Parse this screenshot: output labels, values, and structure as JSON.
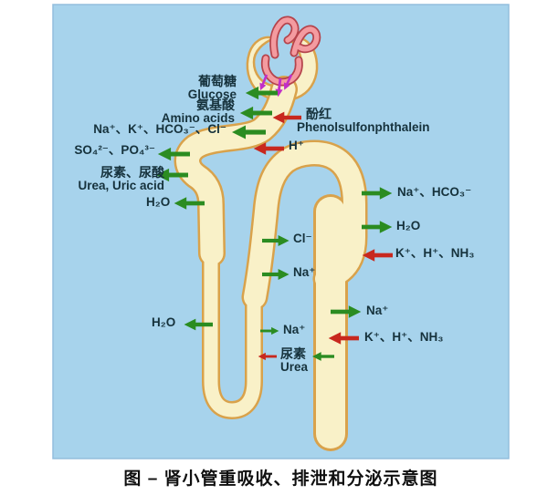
{
  "colors": {
    "page": "#ffffff",
    "bg": "#a7d3ec",
    "panel-border": "#93bedd",
    "tube-fill": "#f9f1c8",
    "tube-border": "#d9a24b",
    "green": "#2b8c21",
    "red": "#c8281e",
    "magenta": "#c12fc7",
    "glom-pink": "#f49ba0",
    "glom-outline": "#b5444c",
    "text": "#16323c",
    "caption": "#101010"
  },
  "labels": {
    "glucose_zh": "葡萄糖",
    "glucose_en": "Glucose",
    "amino_zh": "氨基酸",
    "amino_en": "Amino acids",
    "left_ions": "Na⁺、K⁺、HCO₃⁻、Cl⁻",
    "sulfate_phosphate": "SO₄²⁻、PO₄³⁻",
    "urea_uric_zh": "尿素、尿酸",
    "urea_uric_en": "Urea, Uric acid",
    "water_proximal": "H₂O",
    "water_descending": "H₂O",
    "water_distal": "H₂O",
    "phenol_zh": "酚红",
    "phenol_en": "Phenolsulfonphthalein",
    "hydrogen": "H⁺",
    "chloride": "Cl⁻",
    "sodium_mid": "Na⁺",
    "sodium_ascending": "Na⁺",
    "sodium_duct": "Na⁺",
    "urea_zh": "尿素",
    "urea_en": "Urea",
    "na_hco3": "Na⁺、HCO₃⁻",
    "k_h_nh3_distal": "K⁺、H⁺、NH₃",
    "k_h_nh3_duct": "K⁺、H⁺、NH₃"
  },
  "caption": "图 – 肾小管重吸收、排泄和分泌示意图"
}
